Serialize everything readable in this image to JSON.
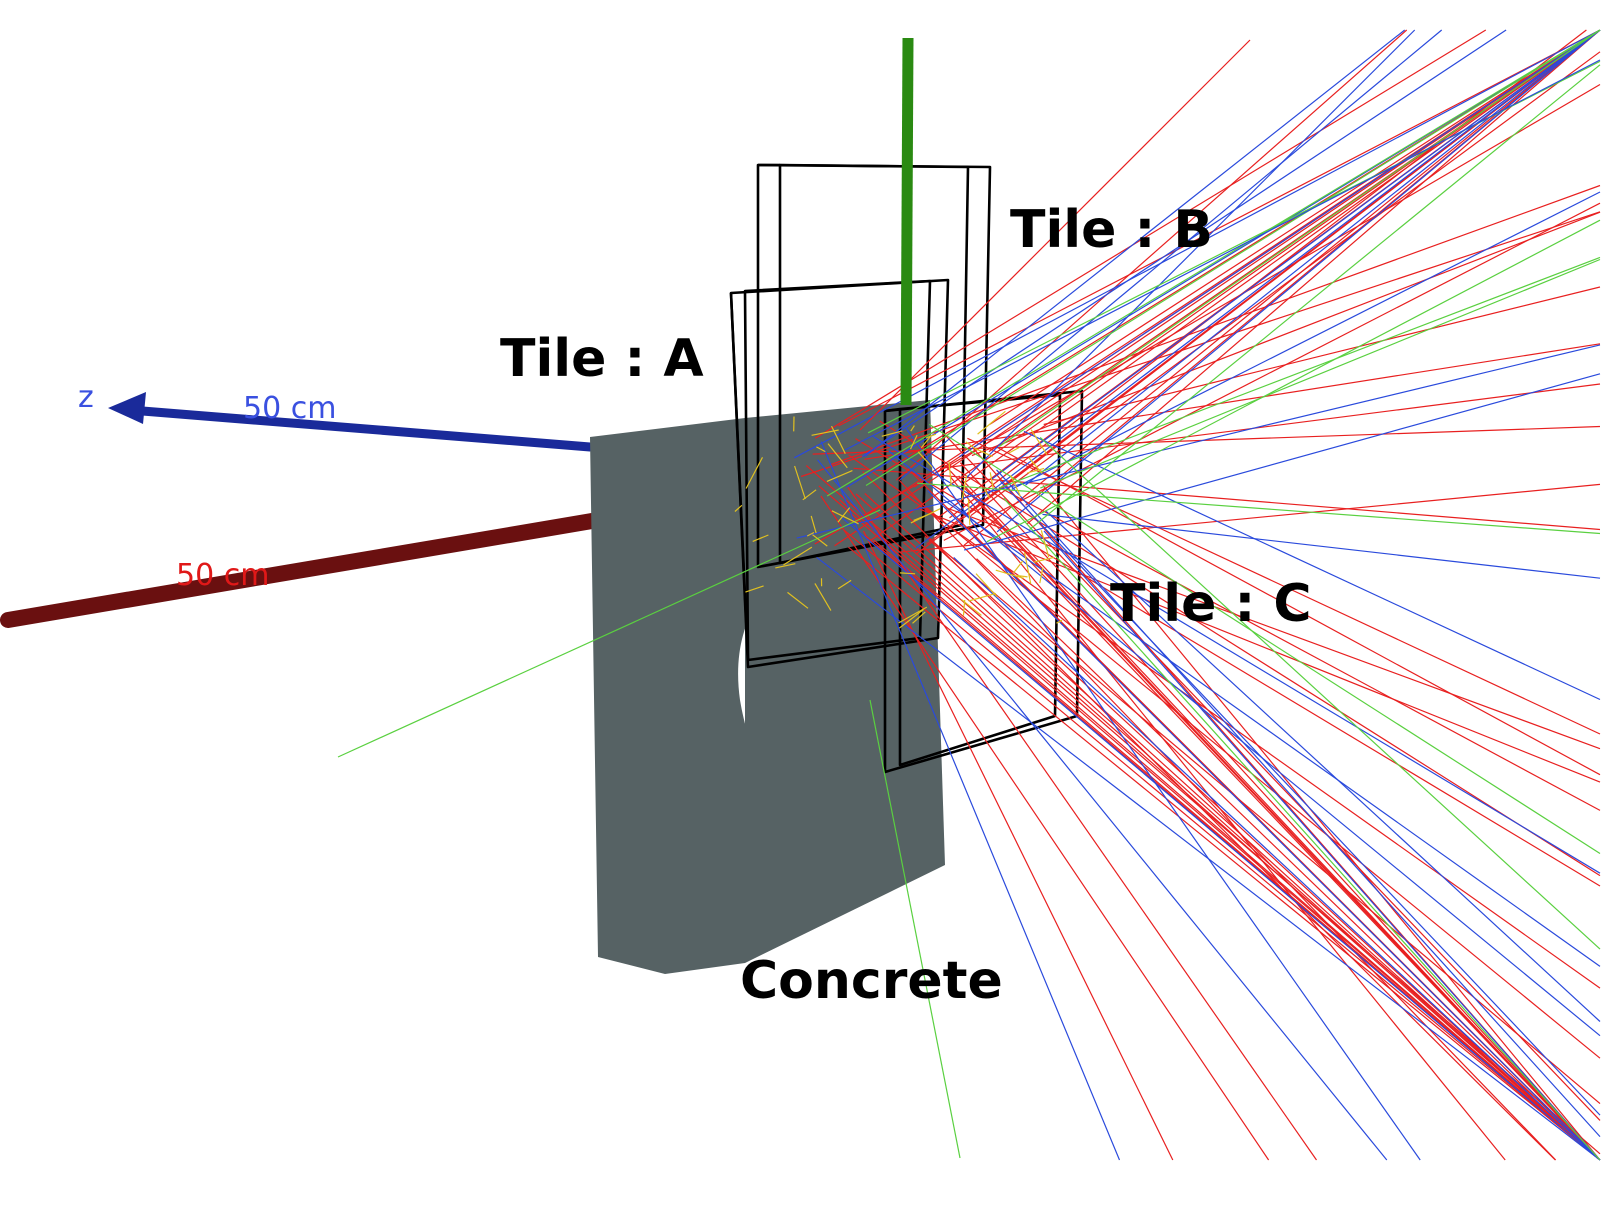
{
  "labels": {
    "tile_a": "Tile : A",
    "tile_b": "Tile : B",
    "tile_c": "Tile : C",
    "concrete": "Concrete"
  },
  "axes": {
    "z_name": "z",
    "z_scale": "50 cm",
    "x_scale": "50 cm"
  },
  "colors": {
    "background": "#ffffff",
    "concrete": "#566264",
    "concrete_side": "#6e7a7c",
    "z_axis": "#1a2a9a",
    "z_label": "#3a50e0",
    "x_axis": "#6a1010",
    "x_label": "#e01818",
    "y_axis": "#2a8a12",
    "track_red": "#e82020",
    "track_blue": "#2a4adc",
    "track_green": "#5ad040",
    "hit_yellow": "#e0c020",
    "tile_frame": "#000000"
  }
}
